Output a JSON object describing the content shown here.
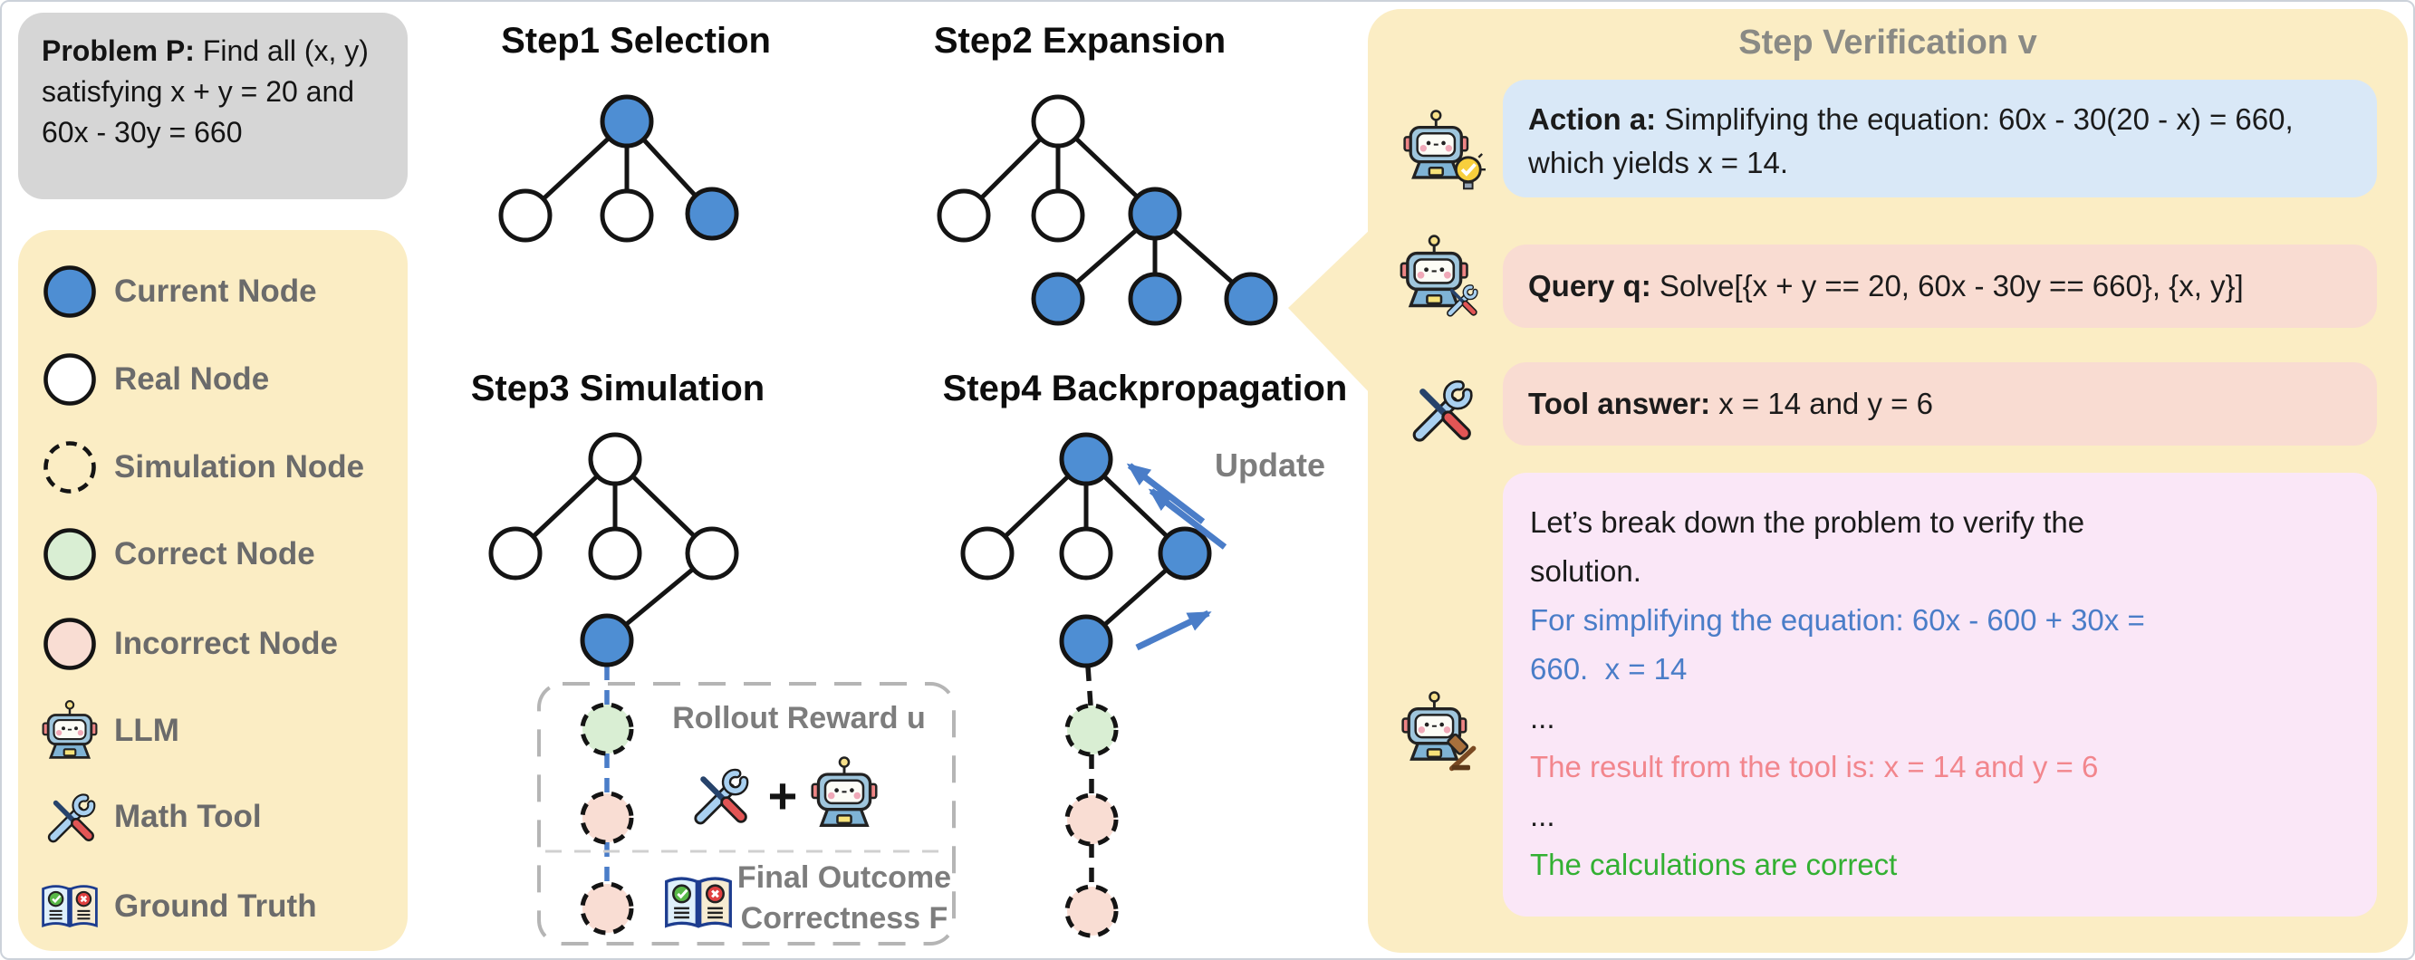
{
  "problem": {
    "label": "Problem P:",
    "text": " Find all (x, y) satisfying x + y = 20 and 60x - 30y = 660"
  },
  "legend": {
    "items": [
      {
        "label": "Current Node",
        "icon": "current-node-icon"
      },
      {
        "label": "Real Node",
        "icon": "real-node-icon"
      },
      {
        "label": "Simulation Node",
        "icon": "simulation-node-icon"
      },
      {
        "label": "Correct Node",
        "icon": "correct-node-icon"
      },
      {
        "label": "Incorrect Node",
        "icon": "incorrect-node-icon"
      },
      {
        "label": "LLM",
        "icon": "robot-icon"
      },
      {
        "label": "Math Tool",
        "icon": "tools-icon"
      },
      {
        "label": "Ground Truth",
        "icon": "ground-truth-book-icon"
      }
    ]
  },
  "steps": {
    "step1": "Step1 Selection",
    "step2": "Step2 Expansion",
    "step3": "Step3 Simulation",
    "step4": "Step4 Backpropagation"
  },
  "annotations": {
    "update": "Update",
    "rollout": "Rollout Reward u",
    "plus": "+",
    "final_line1": "Final Outcome",
    "final_line2": "Correctness F"
  },
  "panel": {
    "title": "Step Verification v",
    "action": {
      "label": "Action a:",
      "text": " Simplifying the equation: 60x - 30(20 - x) = 660, which yields x = 14."
    },
    "query": {
      "label": "Query q:",
      "text": " Solve[{x + y == 20, 60x - 30y == 660}, {x, y}]"
    },
    "tool": {
      "label": "Tool answer:",
      "text": " x = 14 and y = 6"
    },
    "verify": {
      "lines": [
        {
          "text": "Let’s break down the problem to verify the",
          "color": "black"
        },
        {
          "text": "solution.",
          "color": "black"
        },
        {
          "text": "For simplifying the equation: 60x - 600 + 30x =",
          "color": "blue"
        },
        {
          "text": "660.  x = 14",
          "color": "blue"
        },
        {
          "text": "...",
          "color": "black"
        },
        {
          "text": "The result from the tool is: x = 14 and y = 6",
          "color": "salmon"
        },
        {
          "text": "...",
          "color": "black"
        },
        {
          "text": "The calculations are correct",
          "color": "green"
        }
      ]
    }
  },
  "colors": {
    "node_blue": "#4e8ed3",
    "node_white": "#ffffff",
    "node_green": "#d9eed3",
    "node_pink": "#f9ddd3",
    "panel_yellow": "#fbedc4",
    "problem_gray": "#d6d6d6",
    "card_blue": "#d9e8f7",
    "card_pink": "#f9dcd2",
    "card_lightpink": "#fae7f7",
    "text_blue": "#4a7dc8",
    "text_salmon": "#f2868d",
    "text_green": "#33b033",
    "arrow_blue": "#4a7dc8",
    "gray_text": "#7d7d7d"
  }
}
